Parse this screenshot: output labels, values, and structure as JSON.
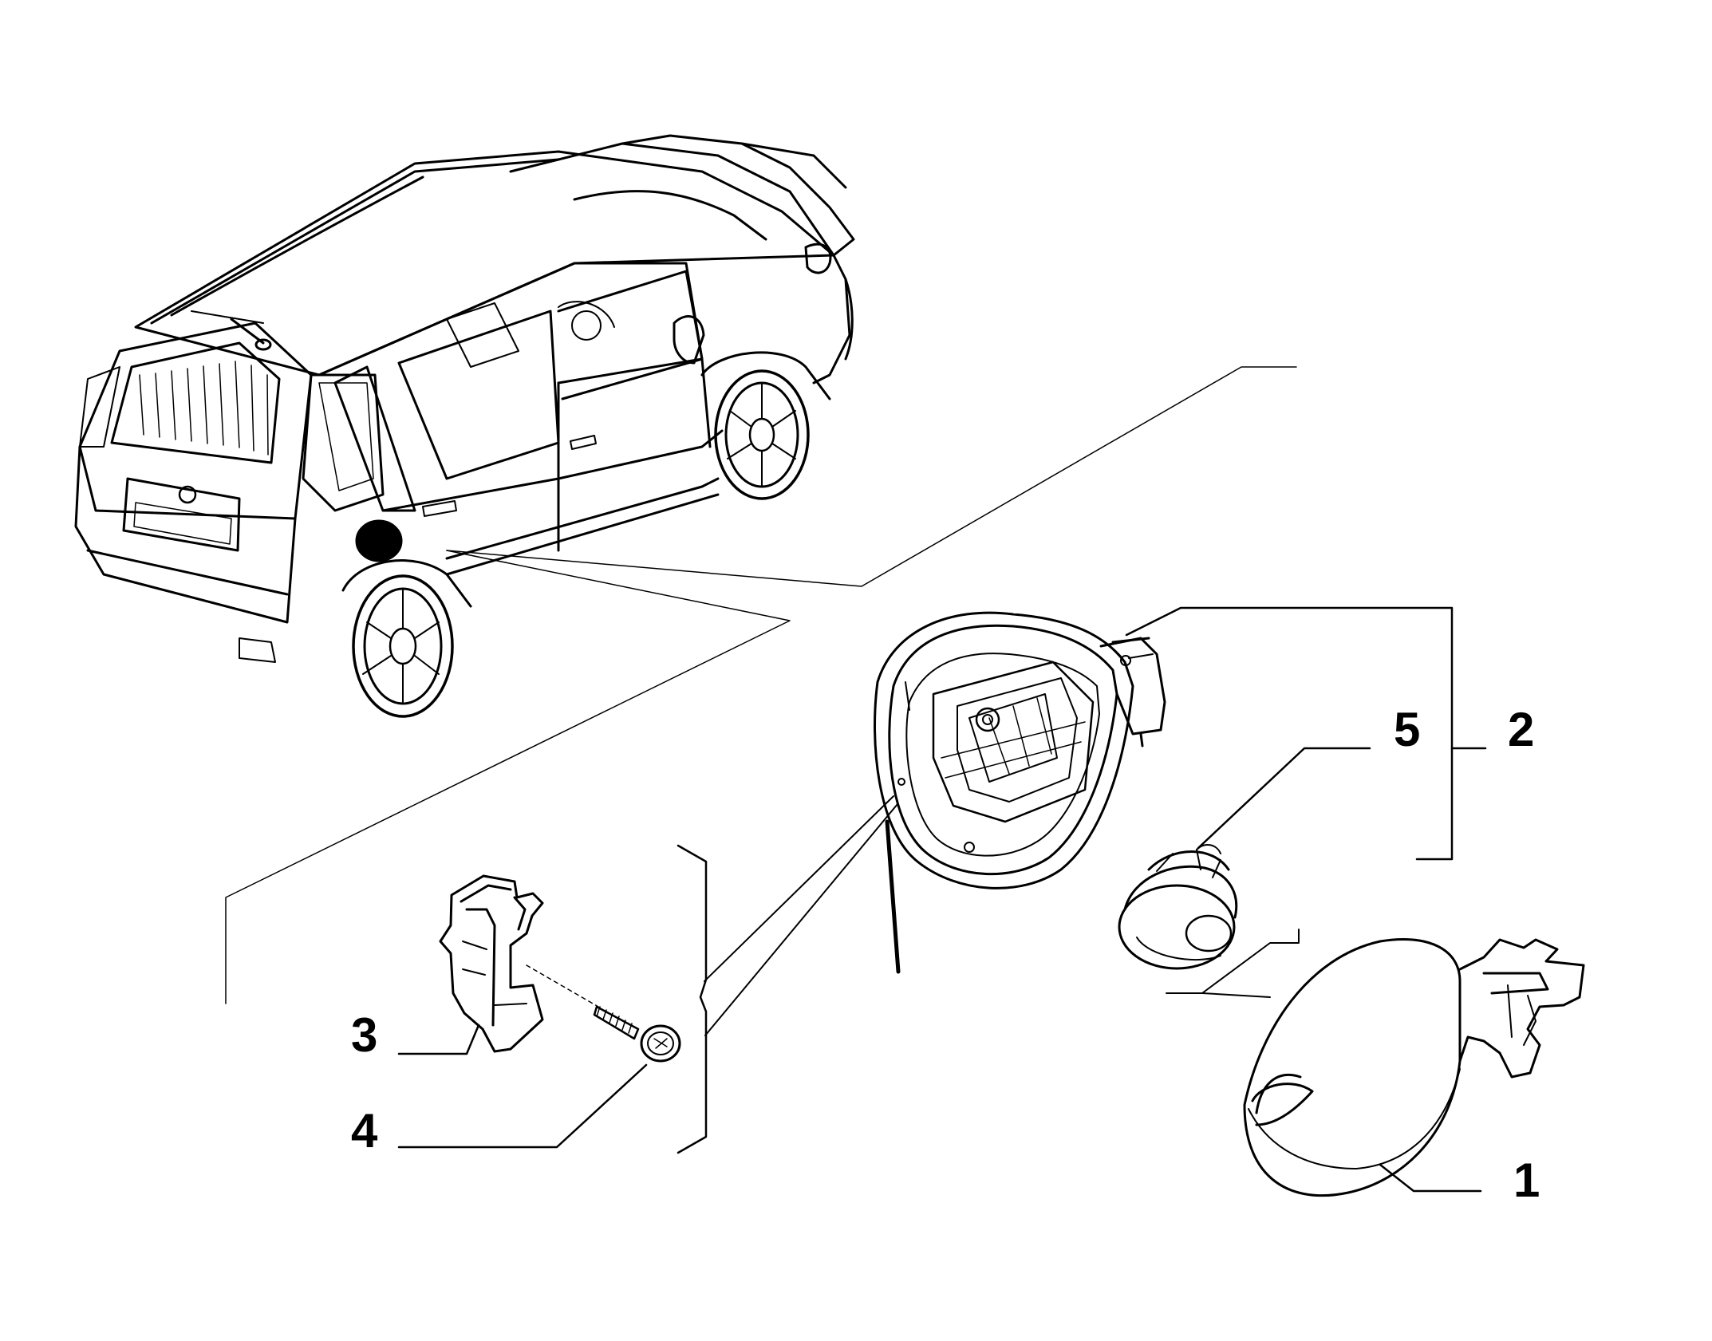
{
  "callouts": {
    "c1": "1",
    "c2": "2",
    "c3": "3",
    "c4": "4",
    "c5": "5"
  },
  "colors": {
    "ink": "#000000",
    "paper": "#ffffff",
    "label_fill": "#000000"
  }
}
